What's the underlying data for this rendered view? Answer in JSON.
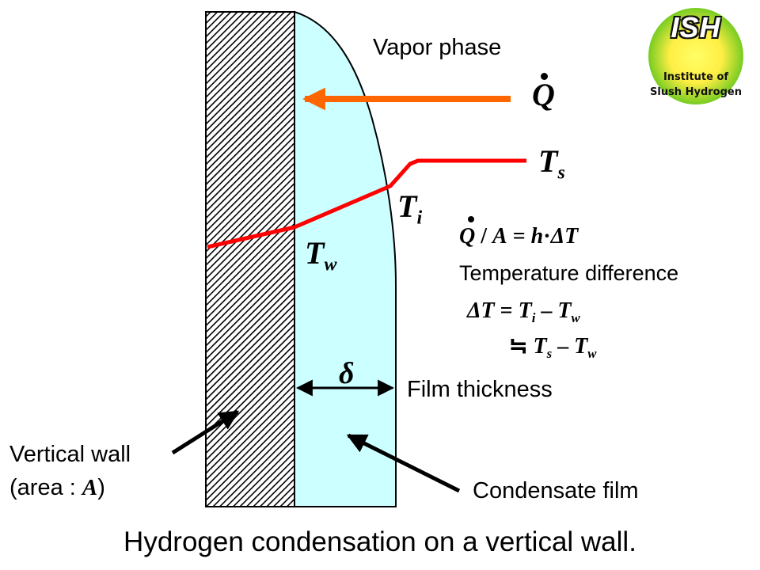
{
  "labels": {
    "vapor_phase": "Vapor phase",
    "film_thickness": "Film thickness",
    "condensate_film": "Condensate film",
    "vertical_wall_line1": "Vertical wall",
    "vertical_wall_line2_open": "(area : ",
    "vertical_wall_line2_A": "A",
    "vertical_wall_line2_close": ")",
    "temperature_difference": "Temperature difference"
  },
  "symbols": {
    "Q": "Q",
    "T": "T",
    "sub_s": "s",
    "sub_i": "i",
    "sub_w": "w",
    "delta": "δ"
  },
  "equations": {
    "eq1": {
      "Q": "Q",
      "slash": " / ",
      "A": "A",
      "eq": " = ",
      "h": "h",
      "dot": "·",
      "dT": "ΔT"
    },
    "eq2": {
      "dT": "ΔT",
      "eq": " = ",
      "T1": "T",
      "s1": "i",
      "minus": " – ",
      "T2": "T",
      "s2": "w"
    },
    "eq3": {
      "approx": "≒ ",
      "T1": "T",
      "s1": "s",
      "minus": " – ",
      "T2": "T",
      "s2": "w"
    }
  },
  "logo": {
    "title": "ISH",
    "line1": "Institute of",
    "line2": "Slush Hydrogen"
  },
  "caption": "Hydrogen condensation on a vertical wall.",
  "colors": {
    "film": "#ccffff",
    "heat_arrow": "#ff6600",
    "temperature_line": "#ff0000",
    "logo_center": "#ffff66",
    "logo_edge": "#77cc22"
  }
}
